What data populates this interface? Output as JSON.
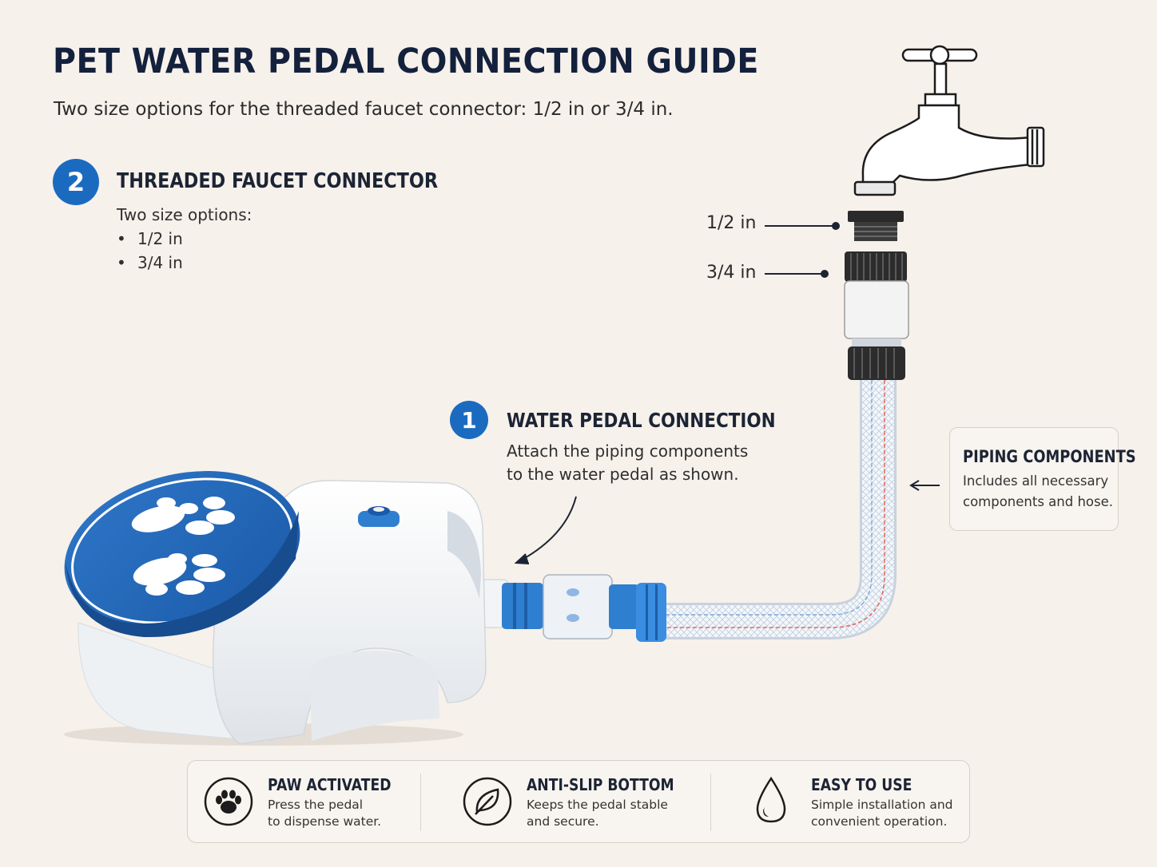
{
  "header": {
    "title": "PET WATER PEDAL CONNECTION GUIDE",
    "subtitle": "Two size options for the threaded faucet connector: 1/2 in or 3/4 in."
  },
  "section_faucet": {
    "number": "2",
    "heading": "THREADED FAUCET CONNECTOR",
    "intro": "Two size options:",
    "options": [
      "1/2 in",
      "3/4 in"
    ]
  },
  "size_labels": {
    "half": "1/2 in",
    "three_quarter": "3/4 in"
  },
  "section_pedal": {
    "number": "1",
    "heading": "WATER PEDAL CONNECTION",
    "line1": "Attach the piping components",
    "line2": "to the water pedal as shown."
  },
  "callout": {
    "title": "PIPING COMPONENTS",
    "line1": "Includes all necessary",
    "line2": "components and hose."
  },
  "features": [
    {
      "icon": "paw-icon",
      "title": "PAW ACTIVATED",
      "line1": "Press the pedal",
      "line2": "to dispense water."
    },
    {
      "icon": "leaf-icon",
      "title": "ANTI-SLIP BOTTOM",
      "line1": "Keeps the pedal stable",
      "line2": "and secure."
    },
    {
      "icon": "water-drop-icon",
      "title": "EASY TO USE",
      "line1": "Simple installation and",
      "line2": "convenient operation."
    }
  ],
  "colors": {
    "background": "#f6f1eb",
    "accent_blue": "#1a6bc0",
    "heading": "#14213d"
  }
}
